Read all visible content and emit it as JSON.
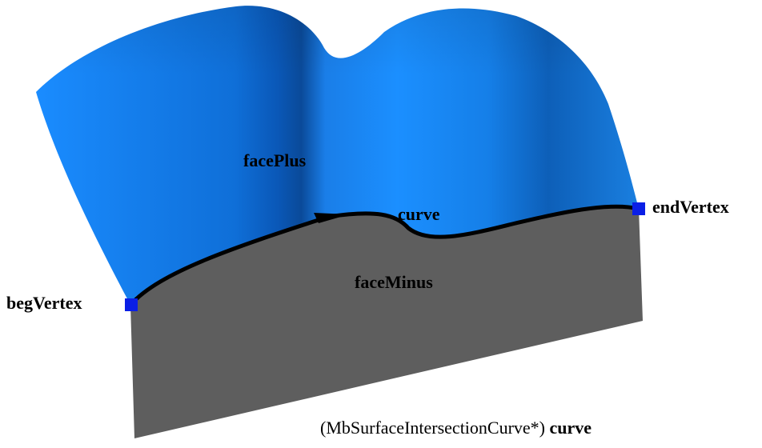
{
  "labels": {
    "face_plus": "facePlus",
    "face_minus": "faceMinus",
    "curve": "curve",
    "beg_vertex": "begVertex",
    "end_vertex": "endVertex"
  },
  "caption": {
    "type_text": "(MbSurfaceIntersectionCurve*)",
    "var_text": "curve"
  },
  "colors": {
    "face_plus": "#1a8cff",
    "face_minus": "#5e5e5e",
    "curve": "#000000",
    "vertex": "#0a1fe6"
  }
}
